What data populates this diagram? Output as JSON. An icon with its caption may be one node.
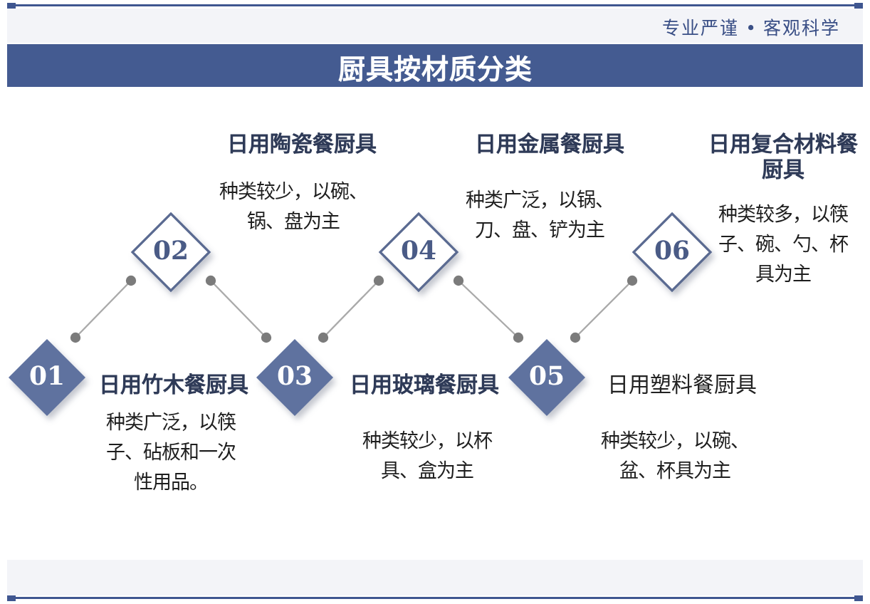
{
  "diagram": {
    "title": "厨具按材质分类",
    "nodes": [
      {
        "text": [
          "01"
        ],
        "beside": [
          "日用竹木餐厨具",
          "种类广泛，以筷子、砧板和一次性用品。"
        ]
      },
      {
        "text": [
          "02"
        ],
        "beside": [
          "日用陶瓷餐厨具",
          "种类较少，以碗、锅、盘为主"
        ]
      },
      {
        "text": [
          "03"
        ],
        "beside": [
          "日用玻璃餐厨具",
          "种类较少，以杯具、盒为主"
        ]
      },
      {
        "text": [
          "04"
        ],
        "beside": [
          "日用金属餐厨具",
          "种类广泛，以锅、刀、盘、铲为主"
        ]
      },
      {
        "text": [
          "05"
        ],
        "beside": [
          "日用塑料餐厨具",
          "种类较少，以碗、盆、杯具为主"
        ]
      },
      {
        "text": [
          "06"
        ],
        "beside": [
          "日用复合材料餐厨具",
          "种类较多，以筷子、碗、勺、杯具为主"
        ]
      }
    ],
    "edges": [
      {
        "from": 0,
        "to": 1,
        "arrow": "other"
      },
      {
        "from": 1,
        "to": 2,
        "arrow": "other"
      },
      {
        "from": 2,
        "to": 3,
        "arrow": "other"
      },
      {
        "from": 3,
        "to": 4,
        "arrow": "other"
      },
      {
        "from": 4,
        "to": 5,
        "arrow": "other"
      }
    ],
    "labels": [
      "专业严谨 • 客观科学"
    ]
  }
}
